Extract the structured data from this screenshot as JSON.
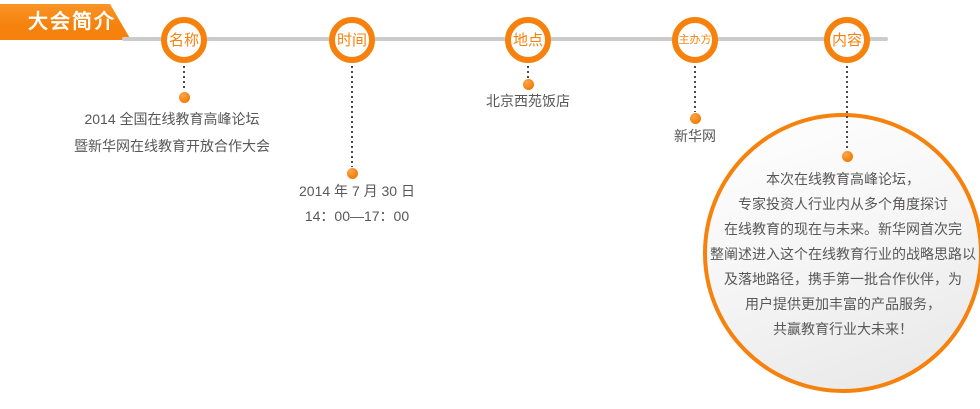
{
  "header": {
    "title": "大会简介"
  },
  "colors": {
    "accent_orange": "#f6820d",
    "axis_gray": "#cbcbcb",
    "text_gray": "#595757",
    "connector_dark": "#4a4a4a"
  },
  "timeline": {
    "nodes": [
      {
        "id": "name",
        "label": "名称",
        "lines": [
          "2014 全国在线教育高峰论坛",
          "暨新华网在线教育开放合作大会"
        ]
      },
      {
        "id": "time",
        "label": "时间",
        "lines": [
          "2014 年 7 月 30 日",
          "14：00—17：00"
        ]
      },
      {
        "id": "place",
        "label": "地点",
        "lines": [
          "北京西苑饭店"
        ]
      },
      {
        "id": "organizer",
        "label": "主办方",
        "lines": [
          "新华网"
        ]
      },
      {
        "id": "content",
        "label": "内容",
        "lines": [
          "本次在线教育高峰论坛，",
          "专家投资人行业内从多个角度探讨",
          "在线教育的现在与未来。新华网首次完",
          "整阐述进入这个在线教育行业的战略思路以",
          "及落地路径，携手第一批合作伙伴，为",
          "用户提供更加丰富的产品服务，",
          "共赢教育行业大未来！"
        ]
      }
    ]
  }
}
